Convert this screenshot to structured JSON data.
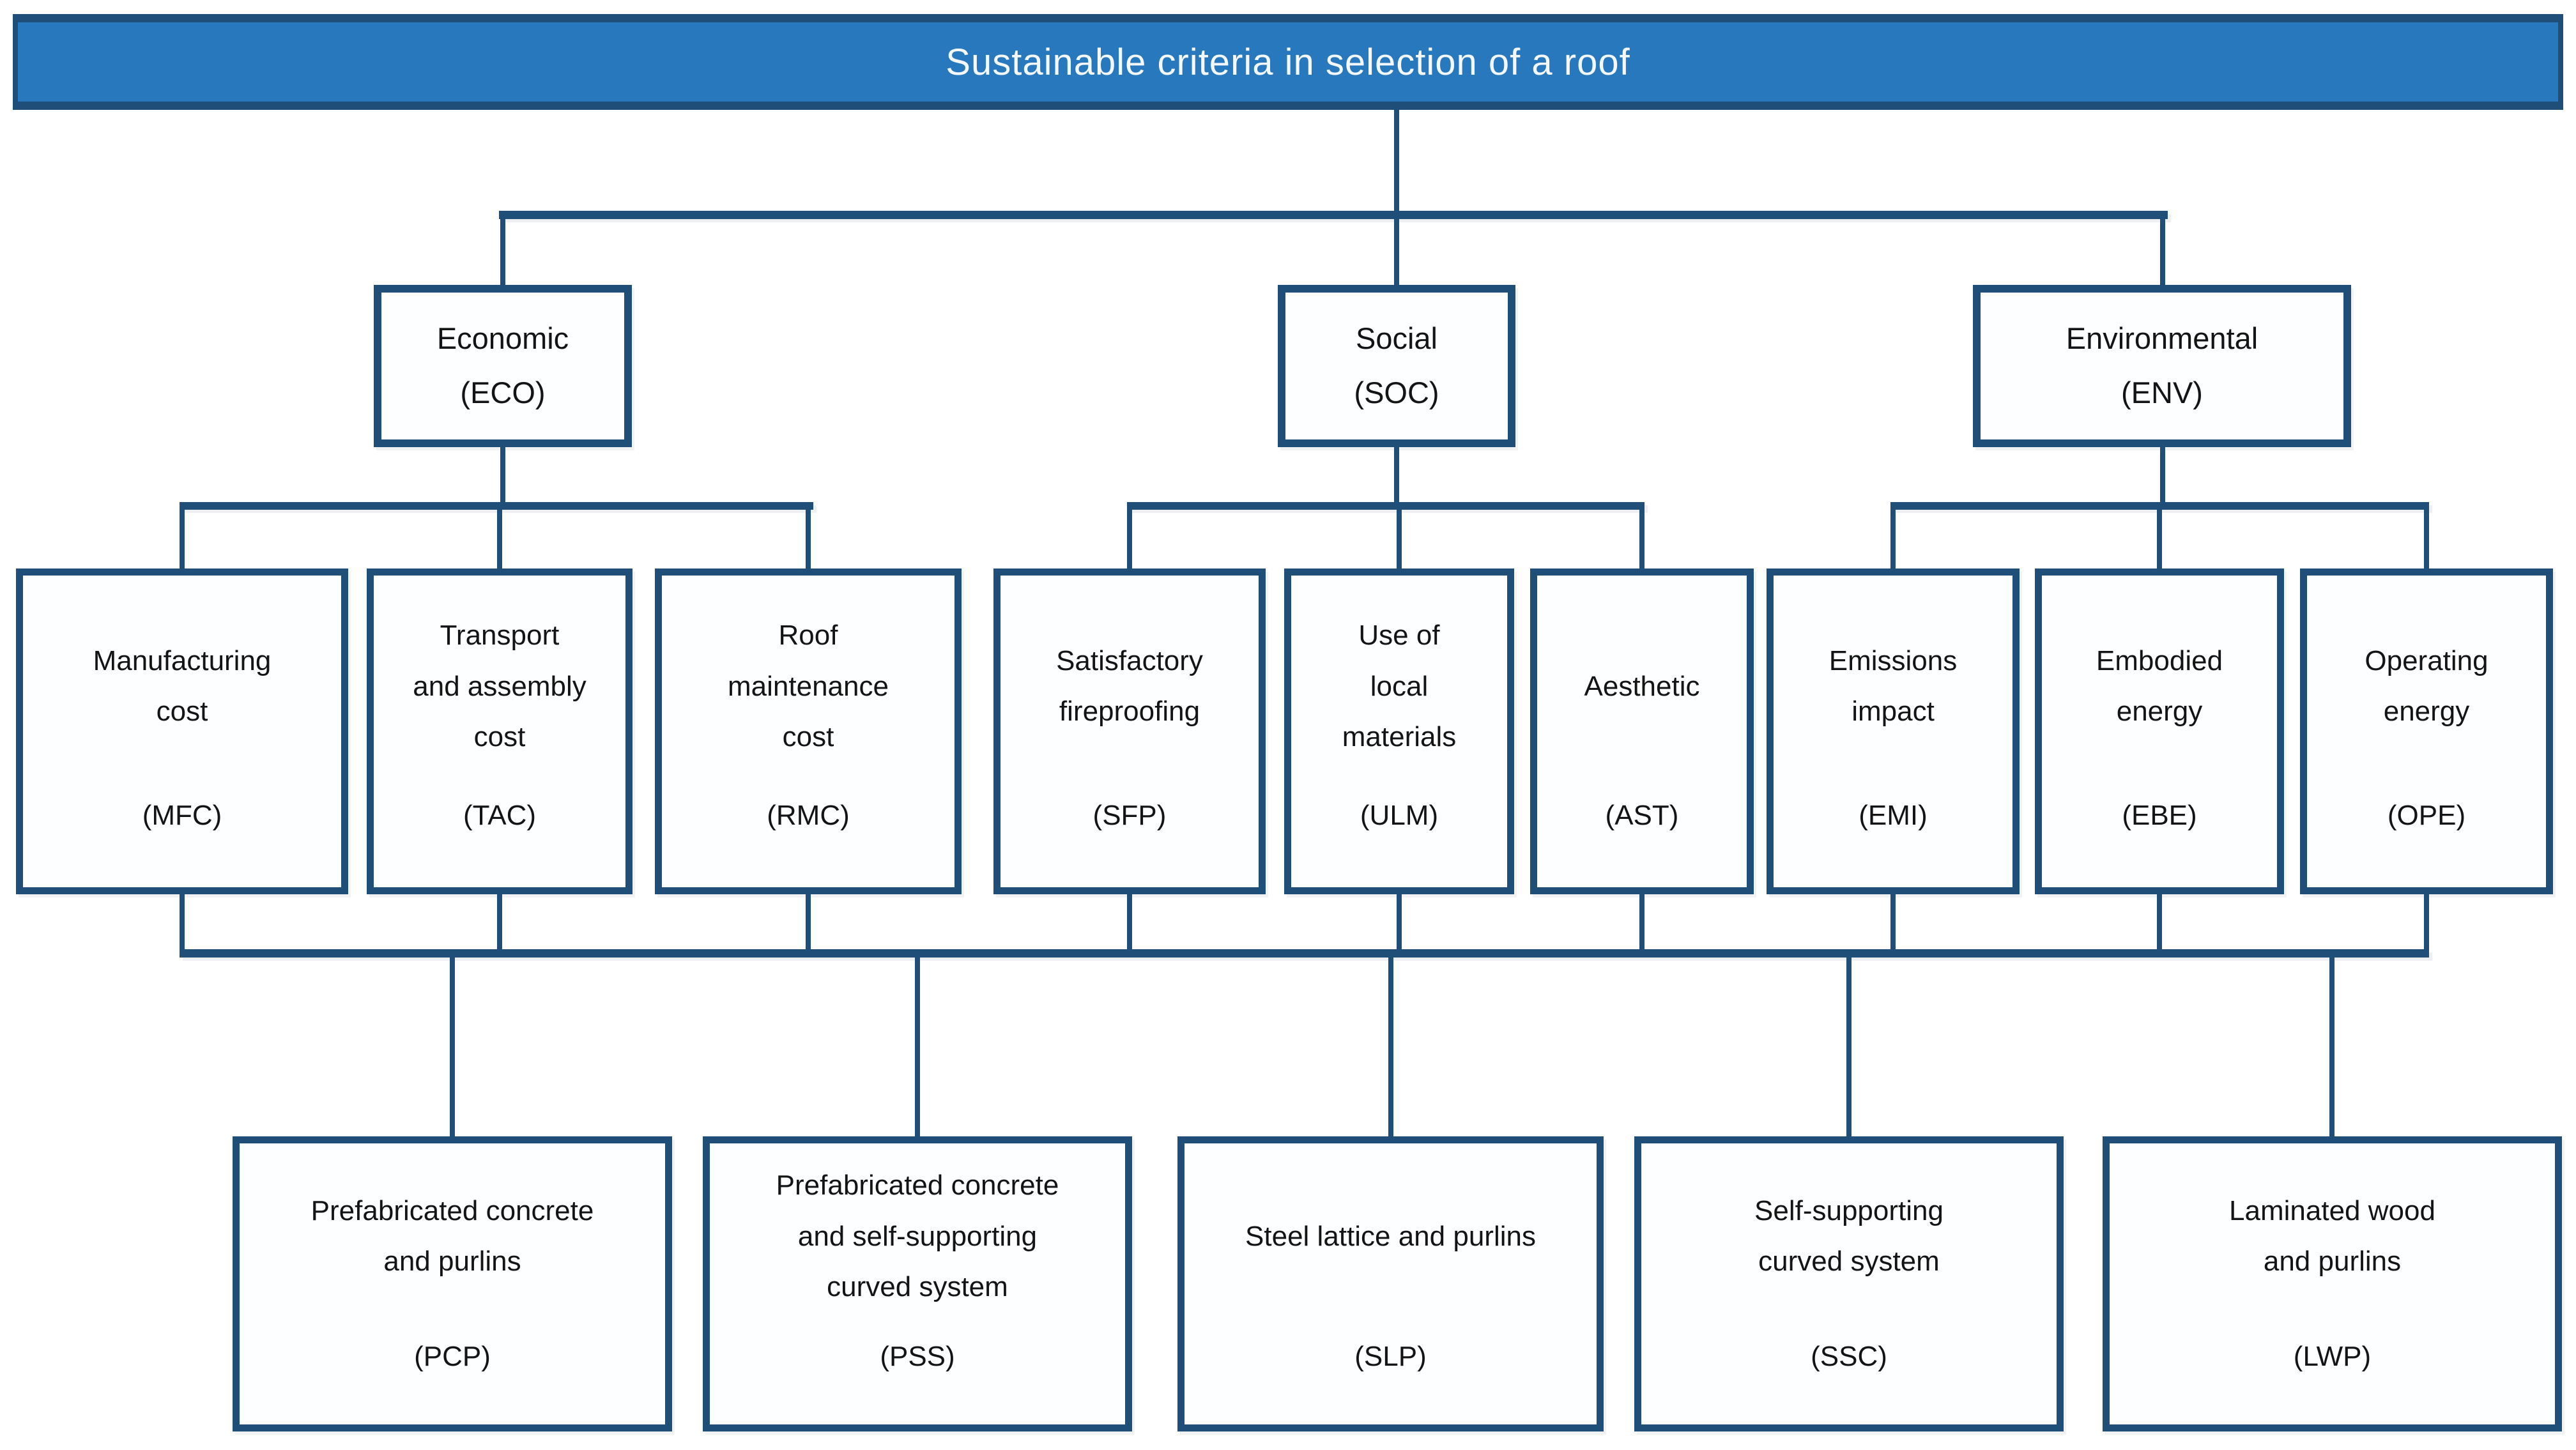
{
  "title": {
    "text": "Sustainable criteria in selection of a roof"
  },
  "colors": {
    "line": "#1F4E79",
    "title_fill": "#2878BE",
    "title_text": "#F4F8FC",
    "box_fill": "#FDFEFF",
    "text": "#141414",
    "background": "#FFFFFF"
  },
  "categories": [
    {
      "name": "Economic",
      "code": "(ECO)"
    },
    {
      "name": "Social",
      "code": "(SOC)"
    },
    {
      "name": "Environmental",
      "code": "(ENV)"
    }
  ],
  "criteria": [
    {
      "group": "Economic",
      "lines": [
        "Manufacturing",
        "cost"
      ],
      "code": "(MFC)"
    },
    {
      "group": "Economic",
      "lines": [
        "Transport",
        "and assembly",
        "cost"
      ],
      "code": "(TAC)"
    },
    {
      "group": "Economic",
      "lines": [
        "Roof",
        "maintenance",
        "cost"
      ],
      "code": "(RMC)"
    },
    {
      "group": "Social",
      "lines": [
        "Satisfactory",
        "fireproofing"
      ],
      "code": "(SFP)"
    },
    {
      "group": "Social",
      "lines": [
        "Use of",
        "local",
        "materials"
      ],
      "code": "(ULM)"
    },
    {
      "group": "Social",
      "lines": [
        "Aesthetic"
      ],
      "code": "(AST)"
    },
    {
      "group": "Environmental",
      "lines": [
        "Emissions",
        "impact"
      ],
      "code": "(EMI)"
    },
    {
      "group": "Environmental",
      "lines": [
        "Embodied",
        "energy"
      ],
      "code": "(EBE)"
    },
    {
      "group": "Environmental",
      "lines": [
        "Operating",
        "energy"
      ],
      "code": "(OPE)"
    }
  ],
  "alternatives": [
    {
      "lines": [
        "Prefabricated concrete",
        "and purlins"
      ],
      "code": "(PCP)"
    },
    {
      "lines": [
        "Prefabricated concrete",
        "and self-supporting",
        "curved system"
      ],
      "code": "(PSS)"
    },
    {
      "lines": [
        "Steel lattice and purlins"
      ],
      "code": "(SLP)"
    },
    {
      "lines": [
        "Self-supporting",
        "curved system"
      ],
      "code": "(SSC)"
    },
    {
      "lines": [
        "Laminated wood",
        "and purlins"
      ],
      "code": "(LWP)"
    }
  ]
}
